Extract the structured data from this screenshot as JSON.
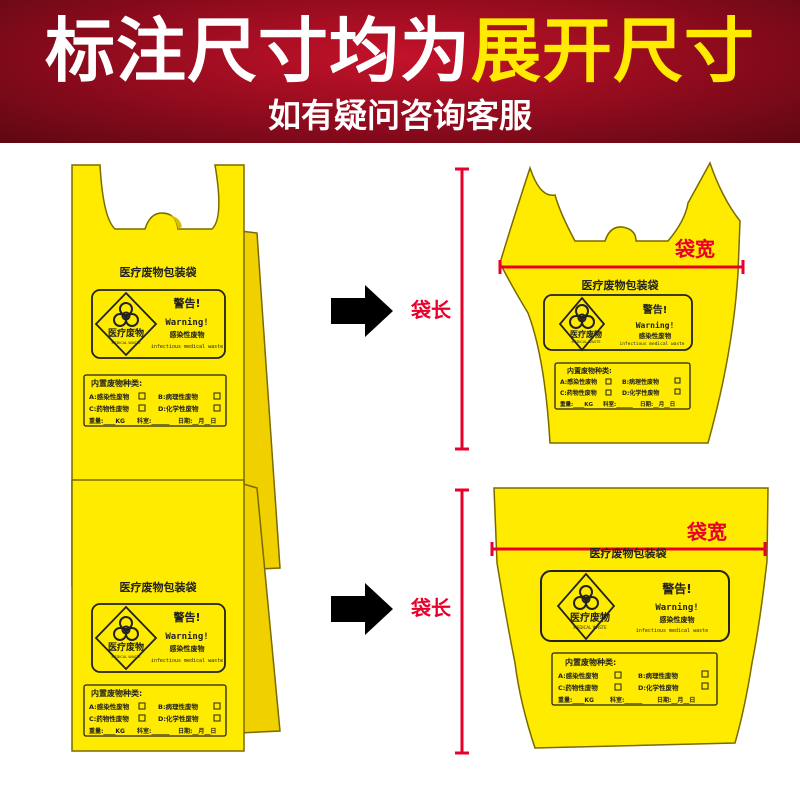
{
  "header": {
    "title_white": "标注尺寸均为",
    "title_yellow": "展开尺寸",
    "subtitle": "如有疑问咨询客服"
  },
  "bag": {
    "heading": "医疗废物包装袋",
    "warning": "警告!",
    "warning_en": "Warning!",
    "infectious_cn": "感染性废物",
    "infectious_en": "infectious medical waste",
    "badge": "医疗废物",
    "badge_small": "MEDICAL WASTE",
    "types_title": "内置废物种类:",
    "type_a": "A:感染性废物",
    "type_b": "B:病理性废物",
    "type_c": "C:药物性废物",
    "type_d": "D:化学性废物",
    "weight_line": "重量:____KG",
    "dept_line": "科室:______",
    "date_line": "日期:__月__日"
  },
  "dimensions": {
    "length_label": "袋长",
    "width_label": "袋宽"
  },
  "colors": {
    "bag_yellow": "#ffeb00",
    "dimension_red": "#e8002a"
  }
}
